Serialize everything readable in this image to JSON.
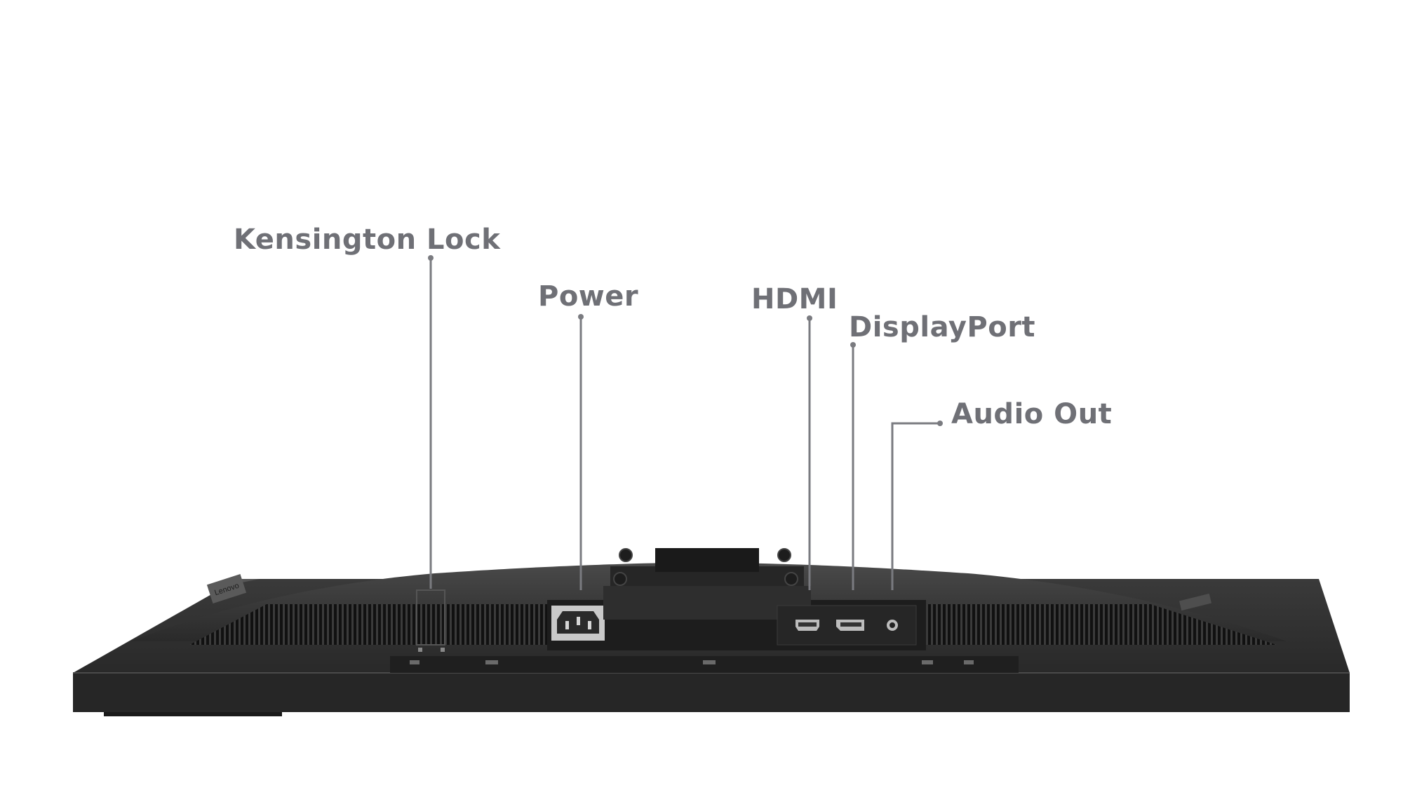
{
  "callouts": {
    "kensington": {
      "label": "Kensington Lock"
    },
    "power": {
      "label": "Power"
    },
    "hdmi": {
      "label": "HDMI"
    },
    "displayport": {
      "label": "DisplayPort"
    },
    "audio": {
      "label": "Audio Out"
    }
  },
  "brand": {
    "logo_text": "Lenovo"
  },
  "colors": {
    "label": "#6f7076",
    "leader_line": "#7a7b80",
    "monitor_body": "#2b2b2b",
    "monitor_shell": "#3a3a3a",
    "background": "#ffffff"
  }
}
